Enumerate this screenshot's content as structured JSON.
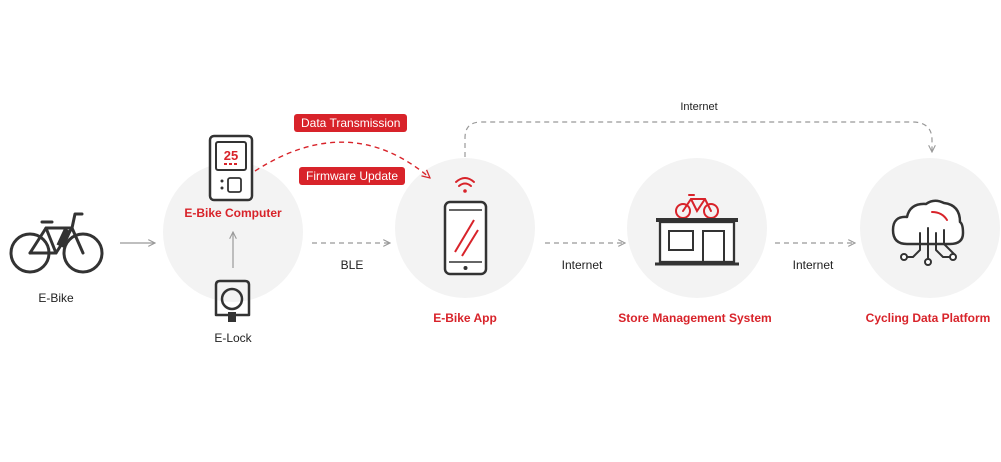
{
  "nodes": {
    "ebike": "E-Bike",
    "ebike_computer": "E-Bike Computer",
    "elock": "E-Lock",
    "ebike_app": "E-Bike App",
    "store_system": "Store Management System",
    "cycling_platform": "Cycling Data Platform"
  },
  "display": {
    "speed": "25"
  },
  "connections": {
    "ble": "BLE",
    "internet_app_store": "Internet",
    "internet_store_platform": "Internet",
    "internet_top": "Internet"
  },
  "badges": {
    "data_transmission": "Data Transmission",
    "firmware_update": "Firmware Update"
  },
  "colors": {
    "accent": "#d8232a",
    "icon": "#333333",
    "circle_bg": "#f3f3f3",
    "arrow": "#999999"
  }
}
